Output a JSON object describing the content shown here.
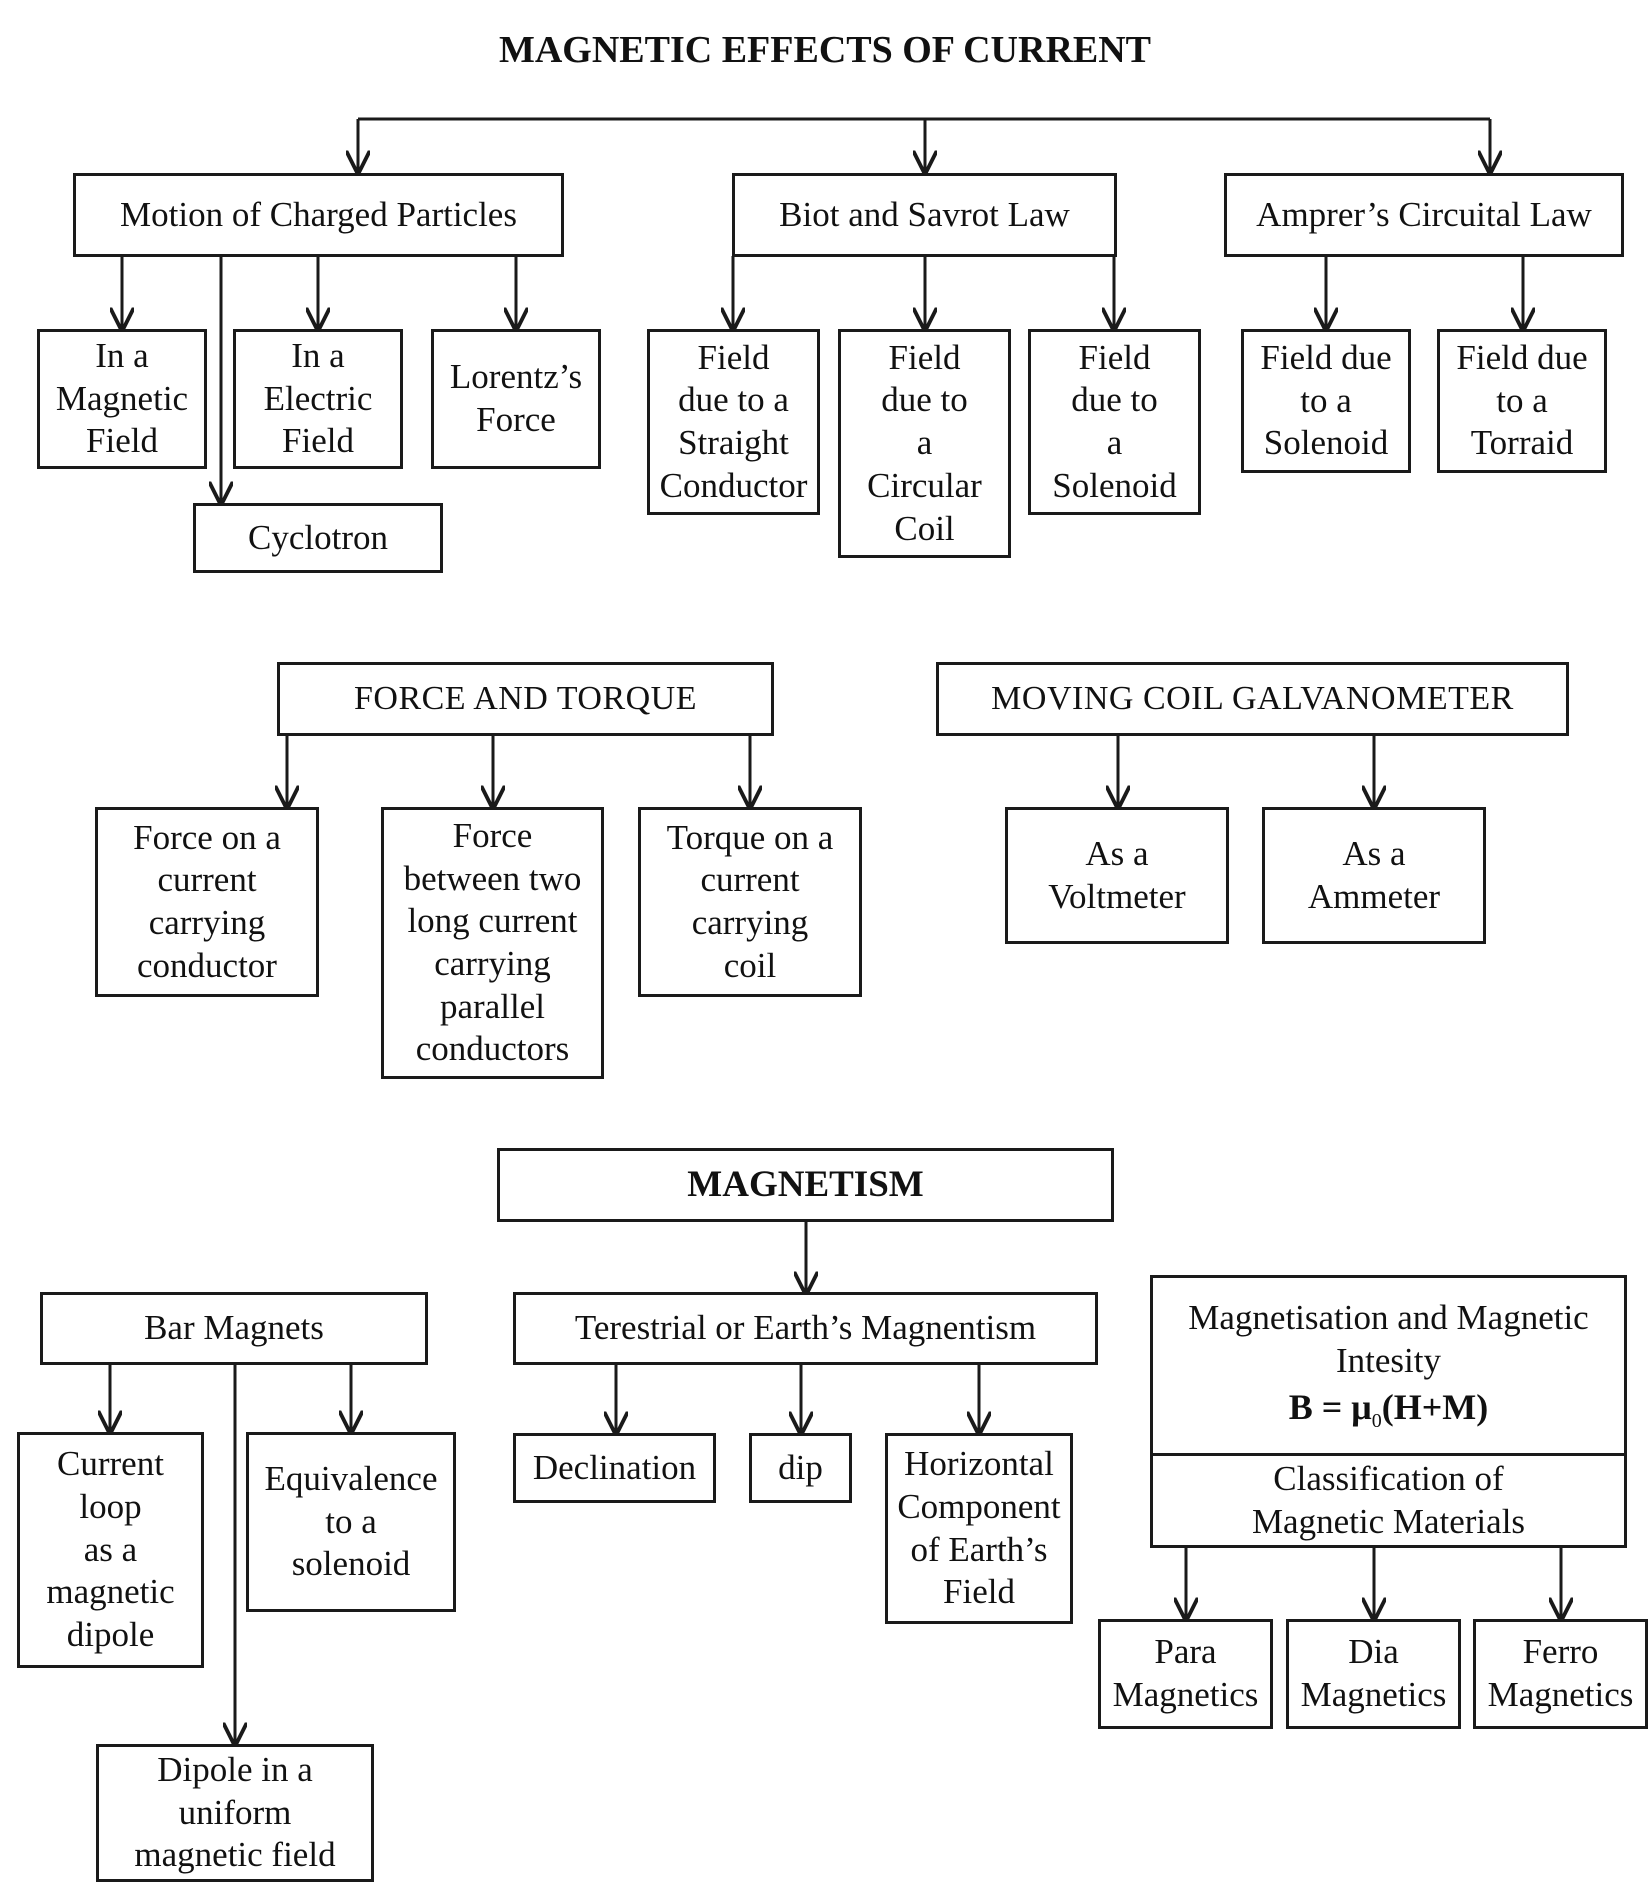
{
  "title": "MAGNETIC EFFECTS OF CURRENT",
  "section1": {
    "motion": "Motion of Charged Particles",
    "biot": "Biot and Savrot Law",
    "ampere": "Amprer’s Circuital Law",
    "in_magnetic": "In a\nMagnetic\nField",
    "in_electric": "In a\nElectric\nField",
    "lorentz": "Lorentz’s\nForce",
    "cyclotron": "Cyclotron",
    "straight": "Field\ndue to a\nStraight\nConductor",
    "circular": "Field\ndue to\na\nCircular\nCoil",
    "solenoid_biot": "Field\ndue to\na\nSolenoid",
    "solenoid_ampere": "Field due\nto a\nSolenoid",
    "torraid": "Field due\nto a\nTorraid"
  },
  "section2": {
    "force_torque": "FORCE AND TORQUE",
    "galvanometer": "MOVING COIL GALVANOMETER",
    "force_conductor": "Force on a\ncurrent\ncarrying\nconductor",
    "force_between": "Force\nbetween two\nlong current\ncarrying\nparallel\nconductors",
    "torque_coil": "Torque on a\ncurrent\ncarrying\ncoil",
    "voltmeter": "As a\nVoltmeter",
    "ammeter": "As a\nAmmeter"
  },
  "section3": {
    "magnetism": "MAGNETISM",
    "bar_magnets": "Bar Magnets",
    "earth": "Terestrial or Earth’s Magnentism",
    "magnetisation": "Magnetisation and Magnetic\nIntesity",
    "formula_lhs": "B = μ",
    "formula_sub": "0",
    "formula_rhs": "(H+M)",
    "classification": "Classification of\nMagnetic Materials",
    "current_loop": "Current\nloop\nas a\nmagnetic\ndipole",
    "equivalence": "Equivalence\nto a\nsolenoid",
    "dipole_field": "Dipole in a\nuniform\nmagnetic field",
    "declination": "Declination",
    "dip": "dip",
    "horizontal": "Horizontal\nComponent\nof Earth’s\nField",
    "para": "Para\nMagnetics",
    "dia": "Dia\nMagnetics",
    "ferro": "Ferro\nMagnetics"
  }
}
